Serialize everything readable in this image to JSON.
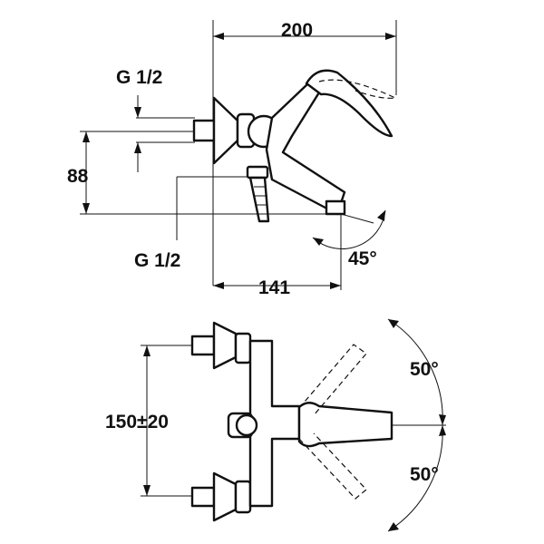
{
  "side_view": {
    "overall_width": "200",
    "inlet_thread_top": "G 1/2",
    "height_88": "88",
    "inlet_thread_bottom": "G 1/2",
    "depth_141": "141",
    "swivel_angle": "45°"
  },
  "top_view": {
    "center_distance": "150±20",
    "lever_angle_up": "50°",
    "lever_angle_down": "50°"
  }
}
